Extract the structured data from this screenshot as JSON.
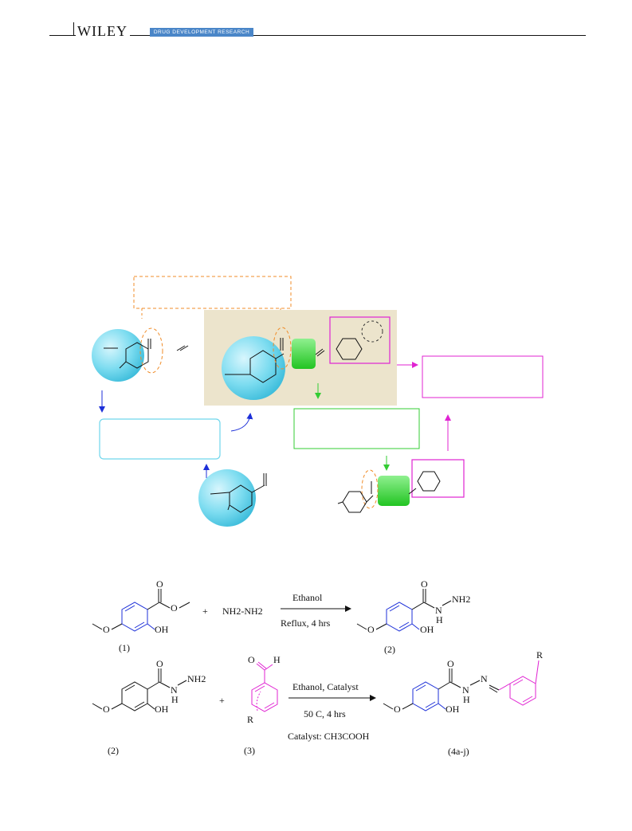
{
  "header": {
    "publisher": "WILEY",
    "journal": "DRUG DEVELOPMENT RESEARCH"
  },
  "scheme": {
    "reaction1": {
      "reagent": "NH2-NH2",
      "plus": "+",
      "condition_top": "Ethanol",
      "condition_bottom": "Reflux, 4 hrs",
      "label_reactant": "(1)",
      "label_product": "(2)",
      "atoms": {
        "o": "O",
        "oh": "OH",
        "n": "N",
        "h": "H",
        "nh2": "NH2"
      }
    },
    "reaction2": {
      "plus": "+",
      "condition_top": "Ethanol, Catalyst",
      "condition_bottom": "50 C, 4 hrs",
      "catalyst": "Catalyst: CH3COOH",
      "label_reactant": "(2)",
      "label_aldehyde": "(3)",
      "label_product": "(4a-j)",
      "atoms": {
        "o": "O",
        "h": "H",
        "r": "R",
        "oh": "OH",
        "n": "N",
        "nh2": "NH2"
      }
    }
  },
  "colors": {
    "cyan": "#6fd6ec",
    "green": "#33dd33",
    "magenta": "#e023d2",
    "orange": "#f08c28",
    "blue": "#1c2fd8",
    "beige": "#ece4cc"
  }
}
